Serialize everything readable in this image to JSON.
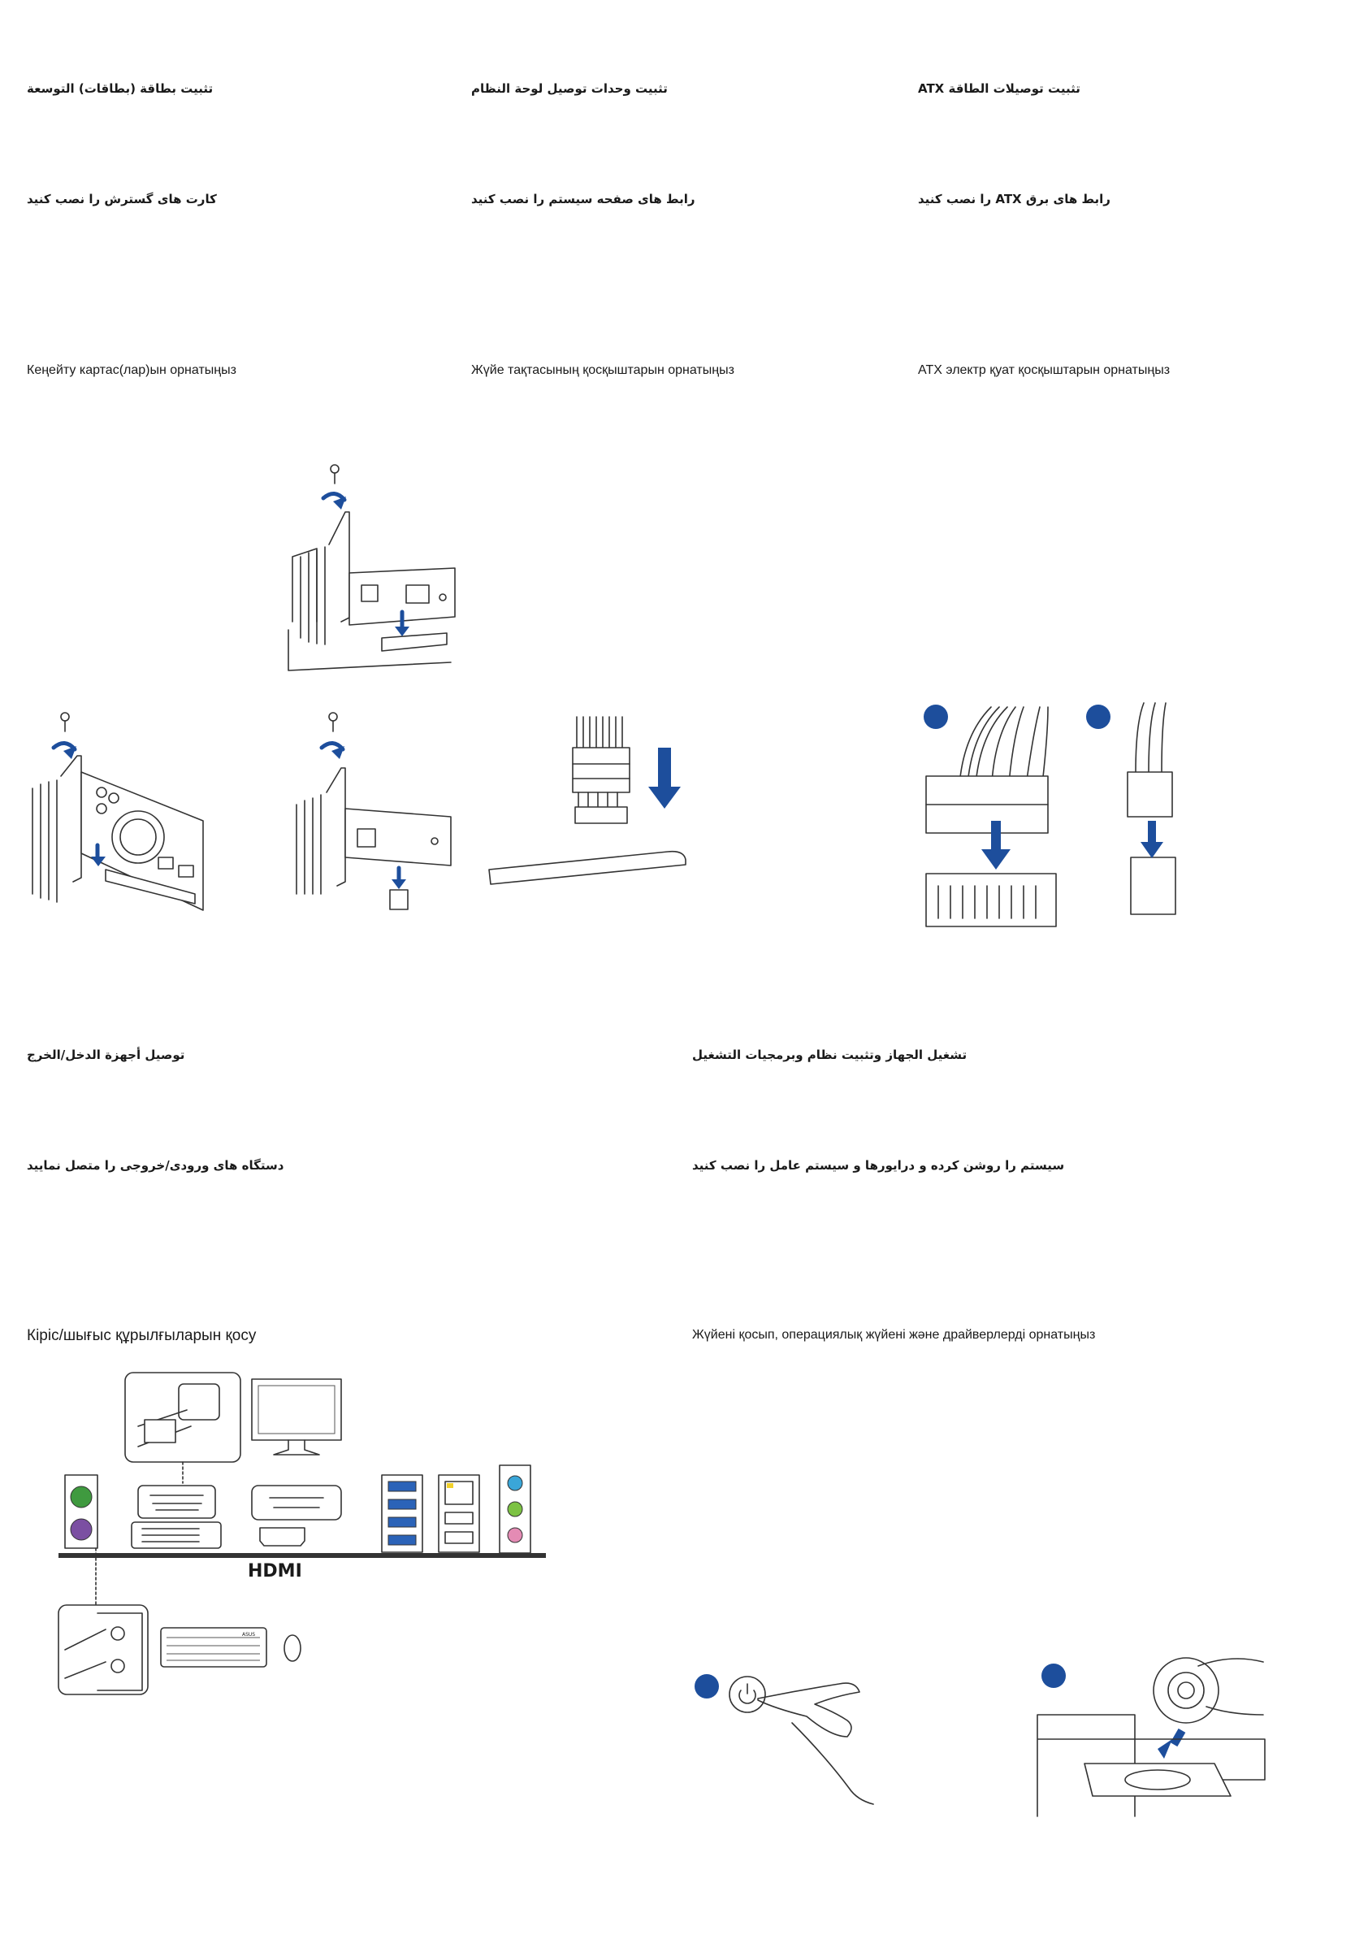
{
  "sections": {
    "expansion": {
      "arabic": "تثبيت بطاقة (بطاقات) التوسعة",
      "persian": "کارت های گسترش را نصب کنید",
      "kazakh": "Кеңейту картас(лар)ын орнатыңыз"
    },
    "front_panel": {
      "arabic": "تثبيت وحدات توصيل لوحة النظام",
      "persian": "رابط های صفحه سیستم را نصب کنید",
      "kazakh": "Жүйе тақтасының қосқыштарын орнатыңыз"
    },
    "atx_power": {
      "arabic": "تثبيت توصيلات الطاقة ATX",
      "persian": "رابط های برق ATX را نصب کنید",
      "kazakh": "ATX электр қуат қосқыштарын орнатыңыз"
    },
    "io_devices": {
      "arabic": "توصيل أجهزة الدخل/الخرج",
      "persian": "دستگاه های ورودی/خروجی را متصل نمایید",
      "kazakh": "Кіріс/шығыс құрылғыларын қосу"
    },
    "power_on": {
      "arabic": "تشغيل الجهاز وتثبيت نظام وبرمجيات التشغيل",
      "persian": "سیستم را روشن کرده و درایورها و سیستم عامل را نصب کنید",
      "kazakh": "Жүйені қосып, операциялық жүйені және драйверлерді орнатыңыз"
    }
  },
  "figures": {
    "hdmi_logo": "HDMI",
    "keyboard_brand": "ASUS"
  },
  "colors": {
    "accent_blue": "#1d4e9c",
    "ps2_keyboard": "#7b4fa2",
    "ps2_mouse": "#3f9a3f",
    "usb3": "#2b63b8",
    "audio_line_in": "#3aa6d8",
    "audio_line_out": "#7cc243",
    "audio_mic": "#e48bb4"
  }
}
